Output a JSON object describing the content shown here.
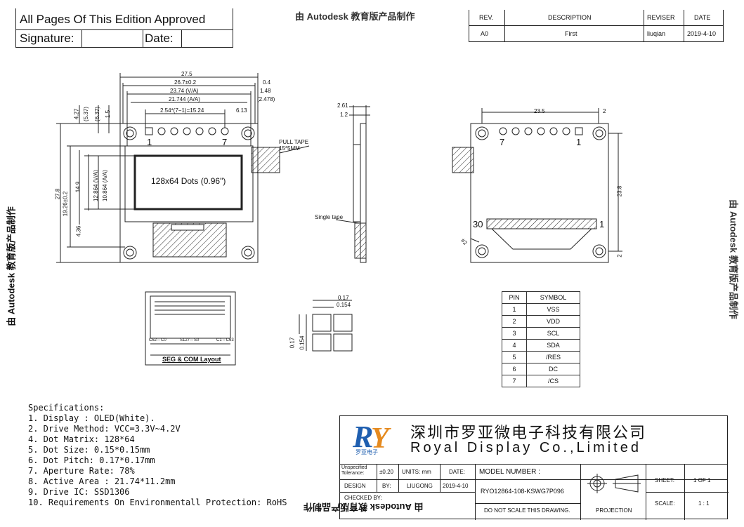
{
  "approval": {
    "pages_label": "All Pages Of This Edition Approved",
    "signature_label": "Signature:",
    "date_label": "Date:"
  },
  "watermarks": {
    "top": "由 Autodesk 教育版产品制作",
    "left": "由 Autodesk 教育版产品制作",
    "bottom": "由 Autodesk 教育版产品制作",
    "right": "由 Autodesk 教育版产品制作"
  },
  "revision": {
    "headers": [
      "REV.",
      "DESCRIPTION",
      "REVISER",
      "DATE"
    ],
    "row": [
      "A0",
      "First",
      "liuqian",
      "2019-4-10"
    ]
  },
  "front_view": {
    "dims_top": [
      "27.5",
      "26.7±0.2",
      "23.74 (V/A)",
      "21.744 (A/A)",
      "2.54*(7−1)=15.24",
      "0.4",
      "1.48",
      "(2.478)",
      "6.13"
    ],
    "dims_left": [
      "4.27",
      "(5.37)",
      "(6.37)",
      "1.5",
      "27.8",
      "19.26±0.2",
      "14.9",
      "12.864 (V/A)",
      "10.864 (A/A)",
      "4.36"
    ],
    "screen_label": "128x64 Dots (0.96\")",
    "pin1": "1",
    "pin7": "7",
    "pull_tape": "PULL TAPE",
    "pull_tape_size": "15*5MM"
  },
  "side_view": {
    "dims": [
      "2.61",
      "1.2"
    ],
    "single_tape": "Single tape"
  },
  "back_view": {
    "dims": [
      "23.5",
      "2",
      "23.8",
      "2"
    ],
    "pin7": "7",
    "pin1": "1",
    "fpc30": "30",
    "fpc1": "1",
    "hole_label": "#2"
  },
  "seg_com": {
    "labels": [
      "C62⇔C0",
      "S127⇔S0",
      "C1⇔C63"
    ],
    "title": "SEG & COM Layout"
  },
  "dot_detail": {
    "dims": [
      "0.17",
      "0.154",
      "0.17",
      "0.154"
    ]
  },
  "pin_table": {
    "headers": [
      "PIN",
      "SYMBOL"
    ],
    "rows": [
      [
        "1",
        "VSS"
      ],
      [
        "2",
        "VDD"
      ],
      [
        "3",
        "SCL"
      ],
      [
        "4",
        "SDA"
      ],
      [
        "5",
        "/RES"
      ],
      [
        "6",
        "DC"
      ],
      [
        "7",
        "/CS"
      ]
    ]
  },
  "specs": {
    "title": "Specifications:",
    "items": [
      "1. Display :  OLED(White).",
      "2. Drive Method: VCC=3.3V~4.2V",
      "4. Dot Matrix:  128*64",
      "5. Dot Size:  0.15*0.15mm",
      "6. Dot Pitch:  0.17*0.17mm",
      "7. Aperture Rate:  78%",
      "8. Active Area : 21.74*11.2mm",
      "9. Drive IC: SSD1306",
      "10. Requirements On Environmentall Protection: RoHS"
    ]
  },
  "title_block": {
    "company_cn": "深圳市罗亚微电子科技有限公司",
    "company_en": "Royal Display Co.,Limited",
    "logo_text": "罗亚电子",
    "tolerance_label": "Unspecified Tolerance:",
    "tolerance_value": "±0.20",
    "units_label": "UNITS: mm",
    "date_label": "DATE:",
    "design_label": "DESIGN",
    "by_label": "BY:",
    "designer": "LIUGONG",
    "design_date": "2019-4-10",
    "checked_label": "CHECKED BY:",
    "model_label": "MODEL NUMBER :",
    "model_number": "RYO12864-108-KSWG7P096",
    "no_scale": "DO NOT SCALE THIS DRAWING.",
    "projection": "PROJECTION",
    "sheet_label": "SHEET:",
    "sheet_value": "1  OF  1",
    "scale_label": "SCALE:",
    "scale_value": "1 : 1"
  },
  "colors": {
    "logo_blue": "#1f5fb0",
    "logo_orange": "#e58a1f",
    "line": "#222222"
  }
}
